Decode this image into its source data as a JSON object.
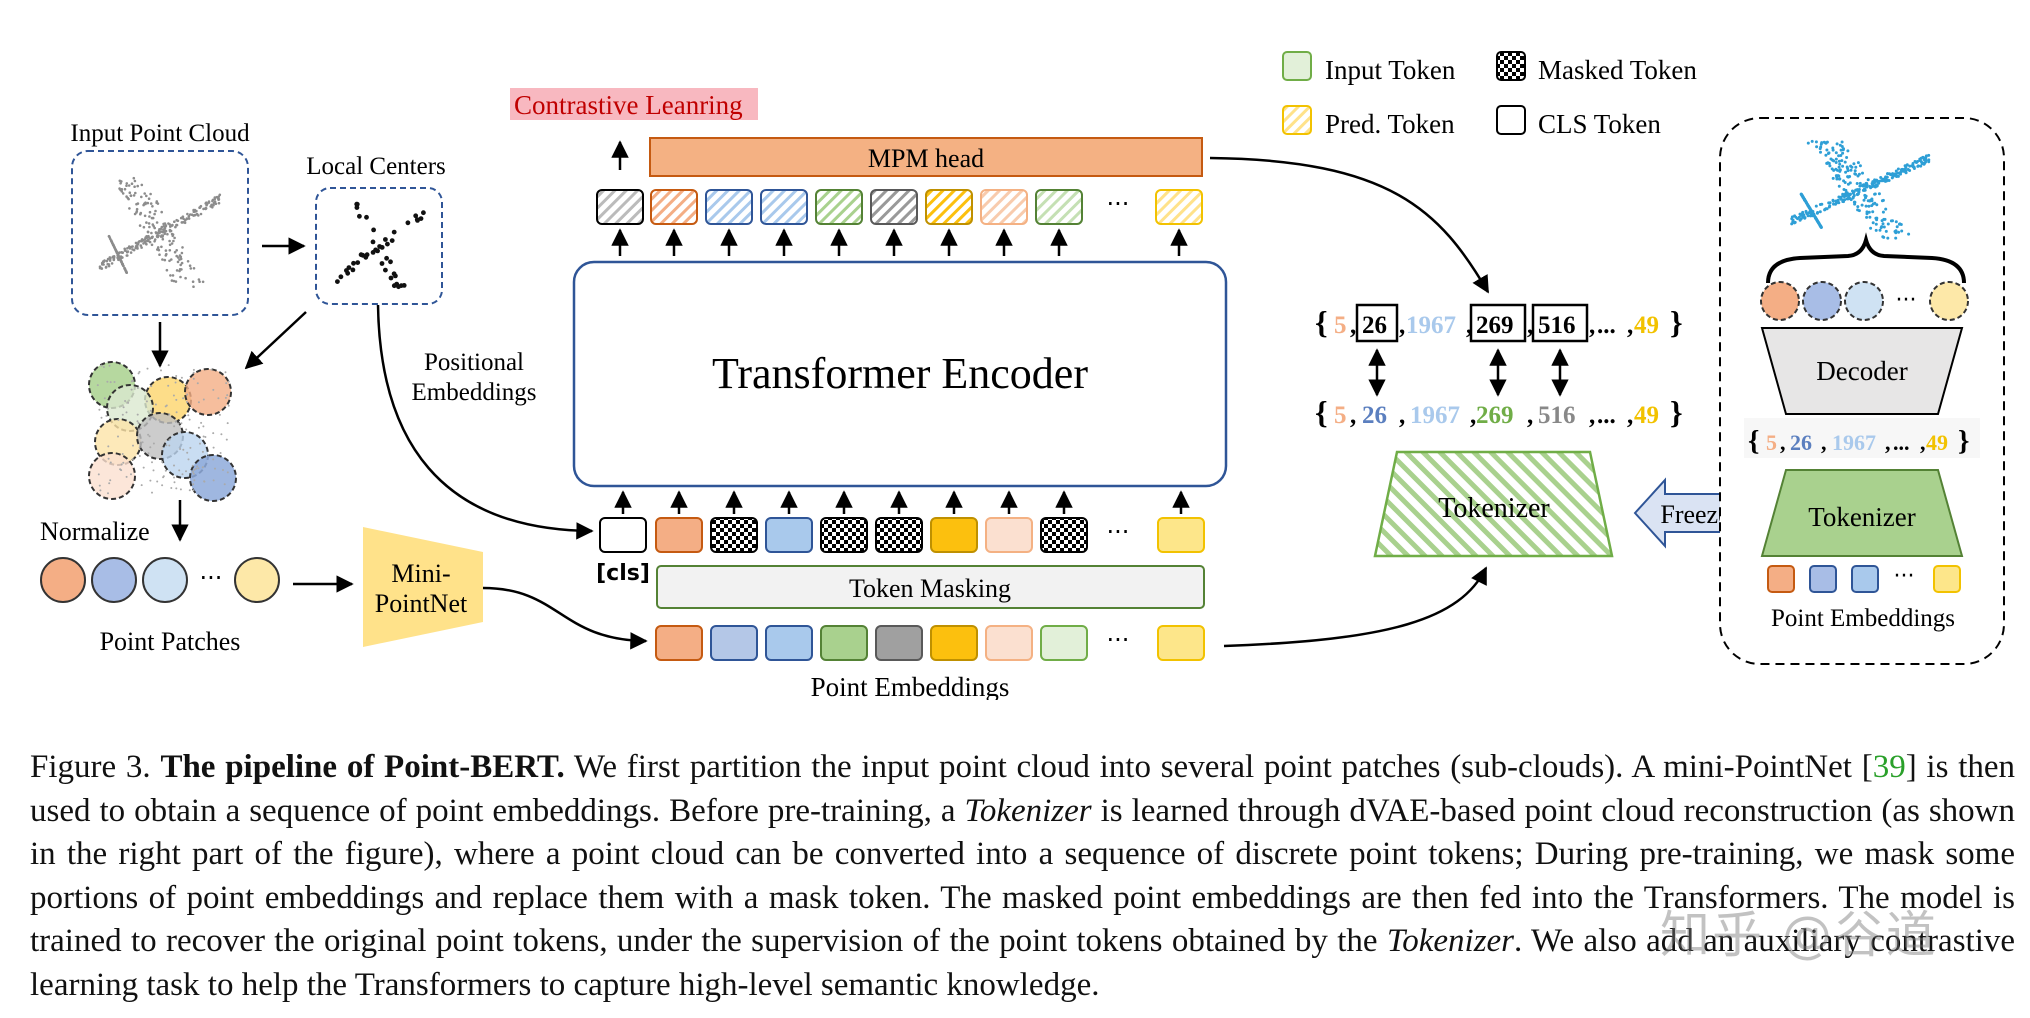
{
  "legend": {
    "input_token": "Input Token",
    "masked_token": "Masked Token",
    "pred_token": "Pred. Token",
    "cls_token": "CLS Token"
  },
  "labels": {
    "input_point_cloud": "Input Point Cloud",
    "local_centers": "Local Centers",
    "positional_embeddings_1": "Positional",
    "positional_embeddings_2": "Embeddings",
    "normalize": "Normalize",
    "point_patches": "Point Patches",
    "mini_pointnet_1": "Mini-",
    "mini_pointnet_2": "PointNet",
    "contrastive": "Contrastive Leanring",
    "mpm_head": "MPM head",
    "transformer_encoder": "Transformer Encoder",
    "token_masking": "Token Masking",
    "point_embeddings": "Point Embeddings",
    "cls": "[cls]",
    "tokenizer_main": "Tokenizer",
    "freeze": "Freeze",
    "decoder": "Decoder",
    "tokenizer_right": "Tokenizer",
    "point_embeddings_right": "Point Embeddings",
    "ellipsis": "···"
  },
  "sequences": {
    "pred_row": [
      "5",
      "26",
      "1967",
      "269",
      "516",
      "...",
      "49"
    ],
    "gt_row": [
      "5",
      "26",
      "1967",
      "269",
      "516",
      "...",
      "49"
    ],
    "decoder_row": [
      "5",
      "26",
      "1967",
      "...",
      "49"
    ]
  },
  "colors": {
    "orange": "#f4ae85",
    "blue": "#a8bde6",
    "lightblue": "#a9c9ec",
    "green": "#a9d18e",
    "gray": "#a0a0a0",
    "yellow": "#fcc00e",
    "peach": "#fbe0d0",
    "paleGreen": "#e2f0d9",
    "paleYellow": "#fde68a",
    "mpm": "#f4b183",
    "contrastive_bg": "#f8b8c0",
    "encoder_border": "#2f5597"
  },
  "caption": {
    "fig": "Figure 3.",
    "bold": "The pipeline of Point-BERT.",
    "t1": "We first partition the input point cloud into several point patches (sub-clouds). A mini-PointNet [",
    "ref": "39",
    "t2": "] is then used to obtain a sequence of point embeddings. Before pre-training, a",
    "tok1": "Tokenizer",
    "t3": "is learned through dVAE-based point cloud reconstruction (as shown in the right part of the figure), where a point cloud can be converted into a sequence of discrete point tokens; During pre-training, we mask some portions of point embeddings and replace them with a mask token. The masked point embeddings are then fed into the Transformers. The model is trained to recover the original point tokens, under the supervision of the point tokens obtained by the",
    "tok2": "Tokenizer",
    "t4": ". We also add an auxiliary contrastive learning task to help the Transformers to capture high-level semantic knowledge."
  },
  "watermark": "知乎 @谷道"
}
